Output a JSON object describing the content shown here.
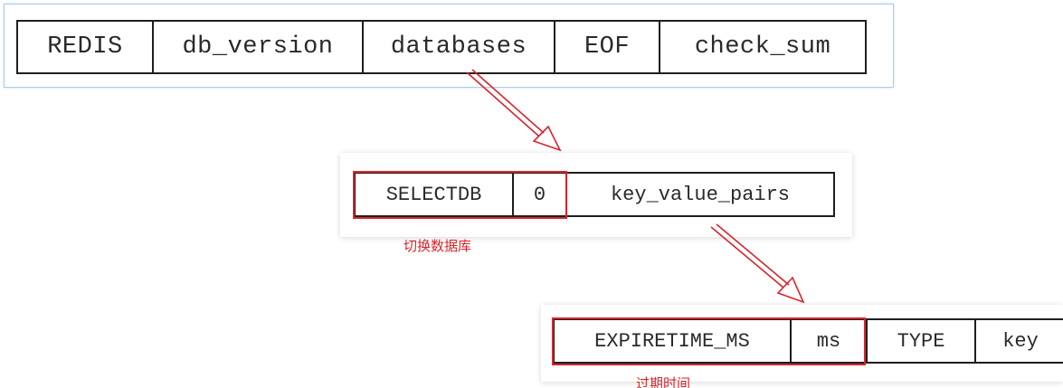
{
  "top_record": {
    "fields": [
      "REDIS",
      "db_version",
      "databases",
      "EOF",
      "check_sum"
    ]
  },
  "database_record": {
    "fields": [
      "SELECTDB",
      "0",
      "key_value_pairs"
    ],
    "annotation": "切换数据库"
  },
  "key_value_record": {
    "fields": [
      "EXPIRETIME_MS",
      "ms",
      "TYPE",
      "key"
    ],
    "annotation": "过期时间"
  },
  "colors": {
    "highlight": "#d8242c",
    "border": "#1e1e1e",
    "panel_outline": "#a8cdf0"
  }
}
